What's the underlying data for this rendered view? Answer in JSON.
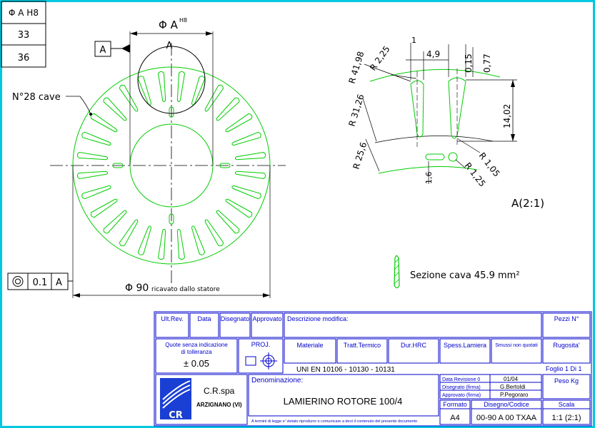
{
  "tolerance_table": {
    "header": "Φ A H8",
    "rows": [
      "33",
      "36"
    ]
  },
  "main_view": {
    "datum_letter": "A",
    "section_label": "A",
    "top_dimension": "Φ A",
    "top_dimension_sup": "H8",
    "slots_label": "N°28 cave",
    "slot_count": 28,
    "outer_diameter_label": "Φ 90",
    "outer_diameter_note": "ricavato dallo statore",
    "tolerance_frame": {
      "value": "0.1",
      "datum": "A"
    },
    "colors": {
      "geometry": "#00cc00",
      "annotation": "#000000",
      "frame": "#00c8e0",
      "titleblock": "#0000cc"
    }
  },
  "detail_view": {
    "dims": {
      "r_outer": "R 41,98",
      "r_corner_top": "R 2,25",
      "r_mid": "R 31,26",
      "r_inner": "R 25,6",
      "slot_top_width": "1",
      "slot_width": "4,9",
      "tip_015": "0,15",
      "tip_077": "0,77",
      "slot_depth": "14,02",
      "r_bottom": "R 1,05",
      "r_bottom2": "R 1,25",
      "key_16": "1,6"
    },
    "scale_label": "A(2:1)",
    "section_note": "Sezione cava 45.9 mm²"
  },
  "title_block": {
    "ult_rev": "Ult.Rev.",
    "data": "Data",
    "disegnato": "Disegnato",
    "approvato": "Approvato",
    "descrizione": "Descrizione modifica:",
    "pezzi": "Pezzi N°",
    "quote_senza": "Quote senza indicazione",
    "di_tolleranza": "di tolleranza",
    "tolleranza_val": "± 0.05",
    "proj": "PROJ.",
    "materiale": "Materiale",
    "tratt": "Tratt.Termico",
    "dur": "Dur.HRC",
    "spess": "Spess.Lamiera",
    "smussi": "Smussi non quotati",
    "rugosita": "Rugosita'",
    "uni": "UNI EN 10106 - 10130 - 10131",
    "foglio": "Foglio 1 Di 1",
    "company": "C.R.spa",
    "city": "ARZIGNANO (VI)",
    "logo_text": "CR",
    "denominazione": "Denominazione:",
    "part_name": "LAMIERINO ROTORE 100/4",
    "data_rev_label": "Data Revisione 0",
    "data_rev": "01/04",
    "disegnato_firma_label": "Disegnato (firma)",
    "disegnato_firma": "G.Bertoldi",
    "approvato_firma_label": "Approvato (firma)",
    "approvato_firma": "P.Pegoraro",
    "peso": "Peso Kg",
    "formato_label": "Formato",
    "formato": "A4",
    "disegno_label": "Disegno/Codice",
    "disegno": "00-90 A 00 TXAA",
    "scala_label": "Scala",
    "scala": "1:1 (2:1)",
    "footer": "A termini di legge e' vietato riprodurre o comunicare a terzi il contenuto del presente documento"
  }
}
